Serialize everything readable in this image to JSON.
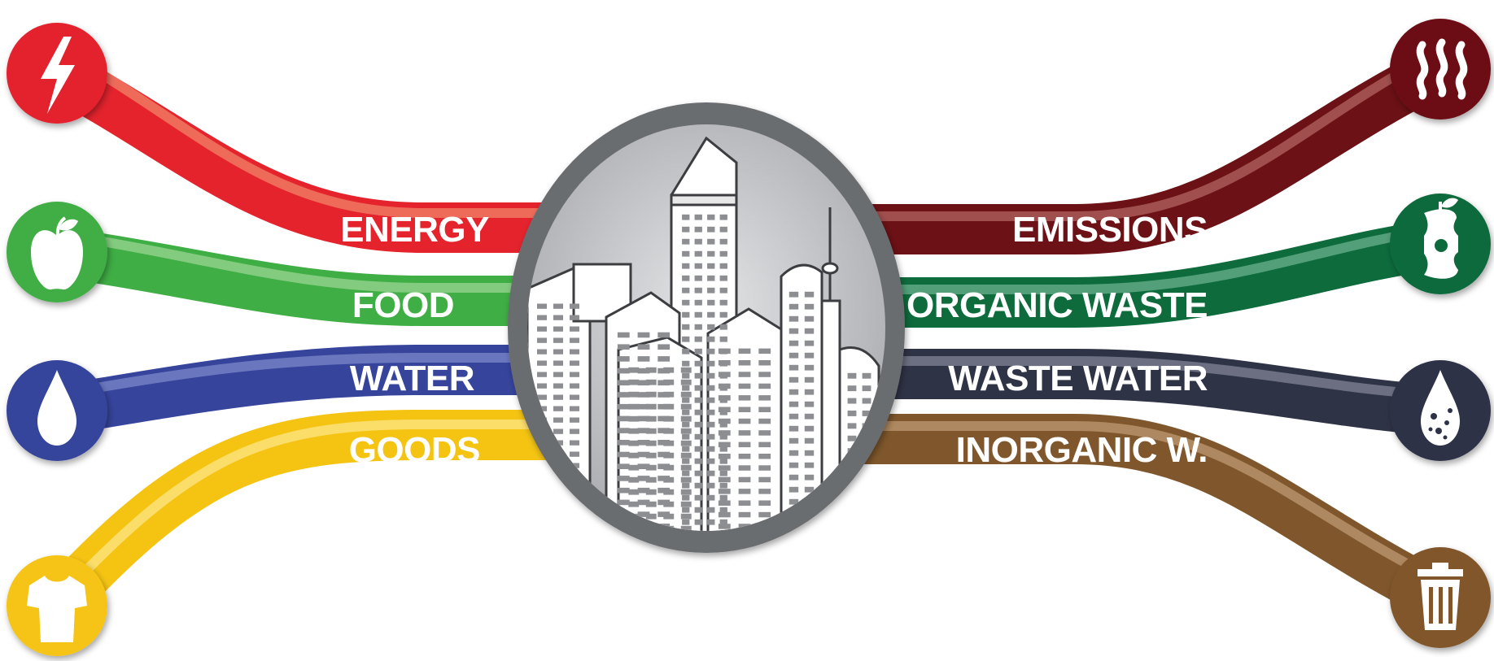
{
  "inputs": [
    {
      "label": "ENERGY",
      "icon": "lightning-bolt-icon",
      "color": "#e4232d",
      "highlight": "#f07862"
    },
    {
      "label": "FOOD",
      "icon": "apple-icon",
      "color": "#3fae45",
      "highlight": "#8fd08a"
    },
    {
      "label": "WATER",
      "icon": "water-drop-icon",
      "color": "#36449c",
      "highlight": "#7380c6"
    },
    {
      "label": "GOODS",
      "icon": "t-shirt-icon",
      "color": "#f5c413",
      "highlight": "#fbe27a"
    }
  ],
  "outputs": [
    {
      "label": "EMISSIONS",
      "icon": "heat-waves-icon",
      "color": "#6c1115",
      "highlight": "#a95a58"
    },
    {
      "label": "ORGANIC WASTE",
      "icon": "apple-core-icon",
      "color": "#0d6b3c",
      "highlight": "#5fa884"
    },
    {
      "label": "WASTE WATER",
      "icon": "polluted-drop-icon",
      "color": "#2f3346",
      "highlight": "#757a8c"
    },
    {
      "label": "INORGANIC W.",
      "icon": "trash-can-icon",
      "color": "#80572c",
      "highlight": "#b6906a"
    }
  ],
  "center": {
    "icon": "city-skyline-icon",
    "ring_color": "#6b6d70",
    "fill_color": "#c4c5c8"
  }
}
